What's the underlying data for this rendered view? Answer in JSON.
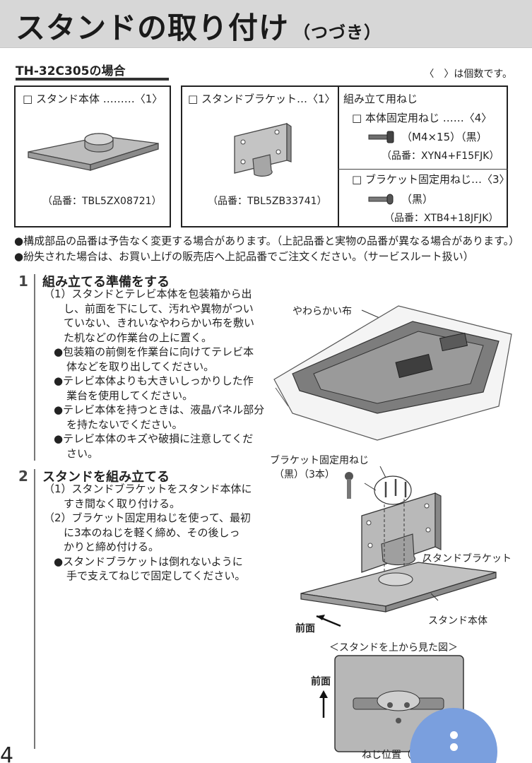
{
  "header": {
    "title": "スタンドの取り付け",
    "title_suffix": "（つづき）"
  },
  "model": {
    "heading": "TH-32C305の場合",
    "count_note": "〈　〉は個数です。"
  },
  "parts": {
    "stand_body": {
      "label": "□ スタンド本体 ………〈1〉",
      "part_no": "（品番：TBL5ZX08721）"
    },
    "stand_bracket": {
      "label": "□ スタンドブラケット…〈1〉",
      "part_no": "（品番：TBL5ZB33741）"
    },
    "screws_heading": "組み立て用ねじ",
    "body_screw": {
      "label": "□ 本体固定用ねじ ……〈4〉",
      "spec": "（M4×15）（黒）",
      "part_no": "（品番：XYN4+F15FJK）"
    },
    "bracket_screw": {
      "label": "□ ブラケット固定用ねじ…〈3〉",
      "spec": "（黒）",
      "part_no": "（品番：XTB4+18JFJK）"
    }
  },
  "notes": [
    "●構成部品の品番は予告なく変更する場合があります。（上記品番と実物の品番が異なる場合があります。）",
    "●紛失された場合は、お買い上げの販売店へ上記品番でご注文ください。（サービスルート扱い）"
  ],
  "step1": {
    "number": "1",
    "title": "組み立てる準備をする",
    "lines": [
      {
        "text": "（1）スタンドとテレビ本体を包装箱から出",
        "style": ""
      },
      {
        "text": "し、前面を下にして、汚れや異物がつい",
        "style": "ind"
      },
      {
        "text": "ていない、きれいなやわらかい布を敷い",
        "style": "ind"
      },
      {
        "text": "た机などの作業台の上に置く。",
        "style": "ind"
      },
      {
        "text": "●包装箱の前側を作業台に向けてテレビ本",
        "style": "bul"
      },
      {
        "text": "体などを取り出してください。",
        "style": "bul2"
      },
      {
        "text": "●テレビ本体よりも大きいしっかりした作",
        "style": "bul"
      },
      {
        "text": "業台を使用してください。",
        "style": "bul2"
      },
      {
        "text": "●テレビ本体を持つときは、液晶パネル部分",
        "style": "bul"
      },
      {
        "text": "を持たないでください。",
        "style": "bul2"
      },
      {
        "text": "●テレビ本体のキズや破損に注意してくだ",
        "style": "bul"
      },
      {
        "text": "さい。",
        "style": "bul2"
      }
    ]
  },
  "step2": {
    "number": "2",
    "title": "スタンドを組み立てる",
    "lines": [
      {
        "text": "（1）スタンドブラケットをスタンド本体に",
        "style": ""
      },
      {
        "text": "すき間なく取り付ける。",
        "style": "ind"
      },
      {
        "text": "（2）ブラケット固定用ねじを使って、最初",
        "style": ""
      },
      {
        "text": "に3本のねじを軽く締め、その後しっ",
        "style": "ind"
      },
      {
        "text": "かりと締め付ける。",
        "style": "ind"
      },
      {
        "text": "●スタンドブラケットは倒れないように",
        "style": "bul"
      },
      {
        "text": "手で支えてねじで固定してください。",
        "style": "bul2"
      }
    ]
  },
  "labels": {
    "soft_cloth": "やわらかい布",
    "bracket_screw_1": "ブラケット固定用ねじ",
    "bracket_screw_2": "（黒）（3本）",
    "stand_bracket": "スタンドブラケット",
    "stand_body": "スタンド本体",
    "front": "前面",
    "top_view": "＜スタンドを上から見た図＞",
    "front2": "前面",
    "screw_pos": "ねじ位置（"
  },
  "page": {
    "number": "4"
  },
  "colors": {
    "title_bg": "#d7d7d7",
    "fab": "#7a9fde"
  }
}
